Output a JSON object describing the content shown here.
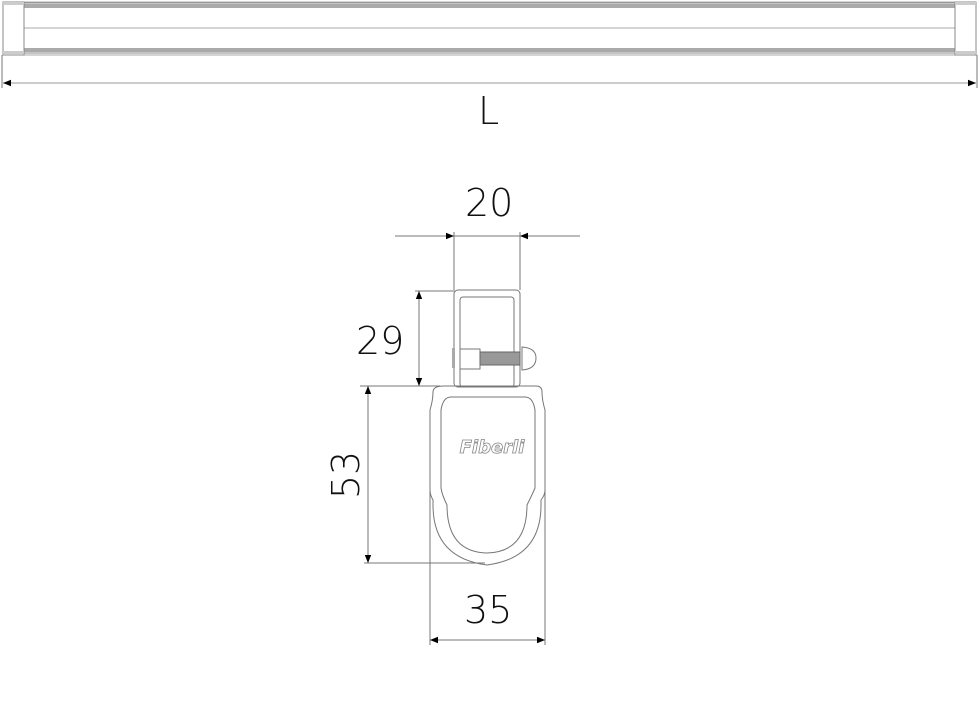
{
  "dimensions": {
    "length": "L",
    "width_top": "20",
    "height_top": "29",
    "height_clip": "53",
    "width_clip": "35"
  },
  "logo": "Fiberli"
}
